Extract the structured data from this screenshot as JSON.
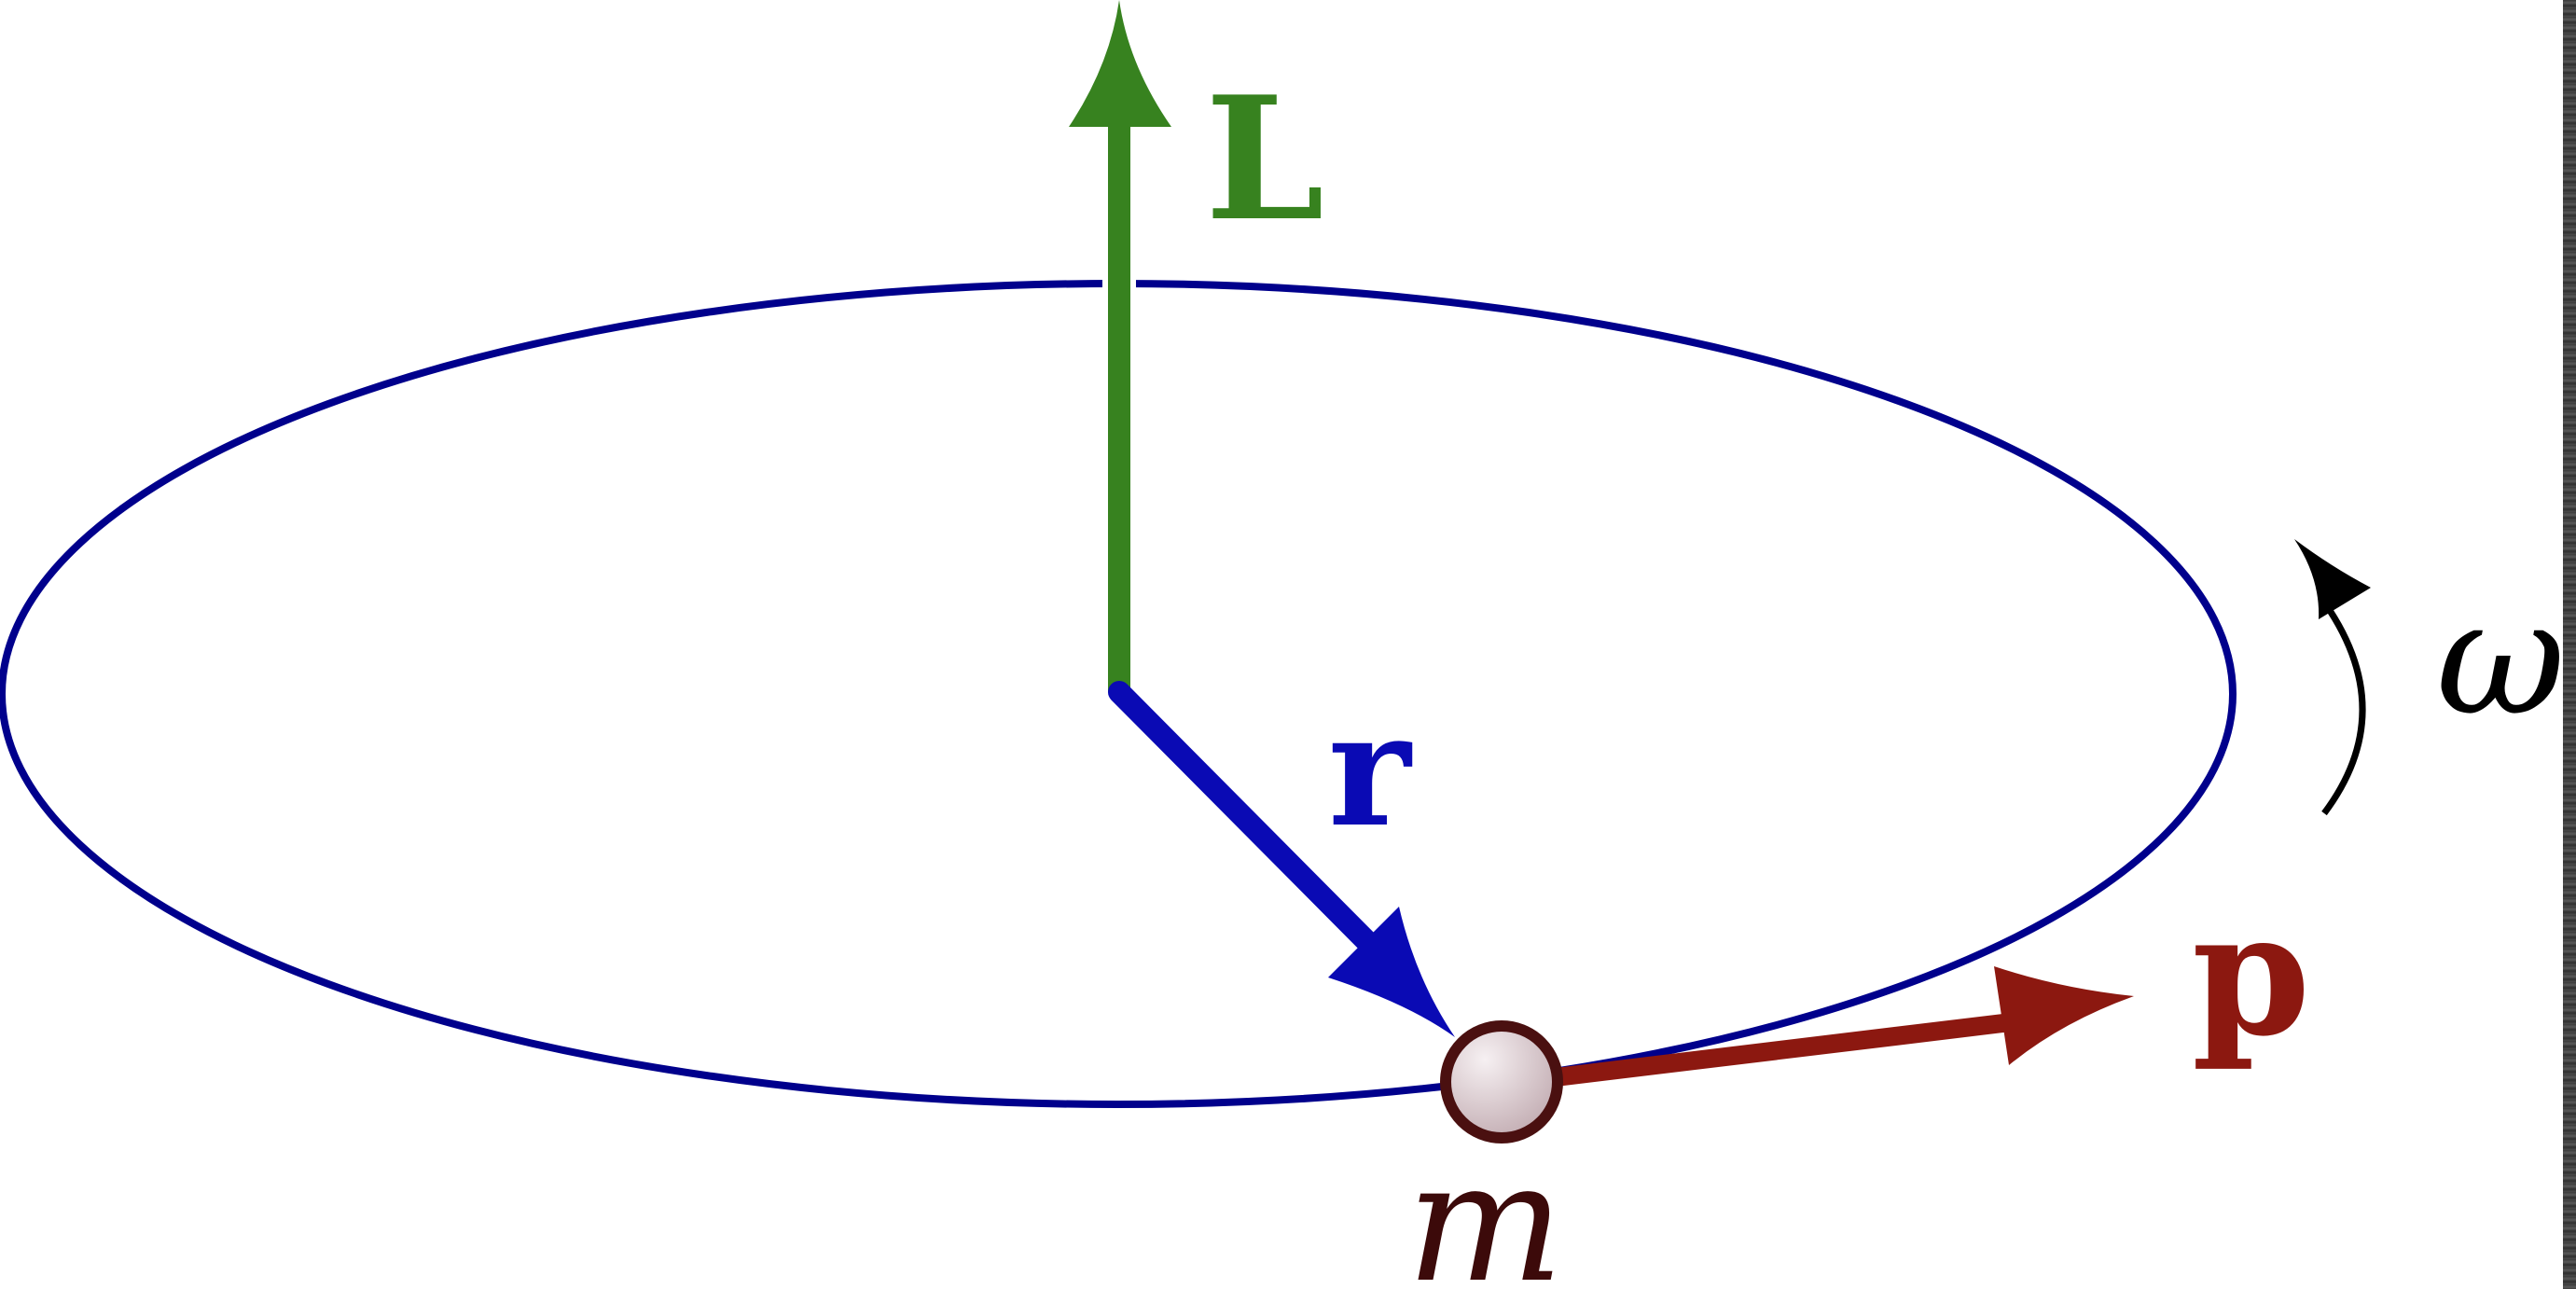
{
  "labels": {
    "angular_momentum": "L",
    "position": "r",
    "momentum": "p",
    "angular_velocity": "ω",
    "mass": "m"
  },
  "colors": {
    "L": "#37821f",
    "r": "#0a0ab4",
    "orbit": "#00008c",
    "p": "#8c1810",
    "omega": "#000000",
    "mass_outline": "#4a1010",
    "mass_fill_light": "#f4eef0",
    "mass_fill_dark": "#c9b3b8",
    "m_label": "#3c0a0a"
  }
}
